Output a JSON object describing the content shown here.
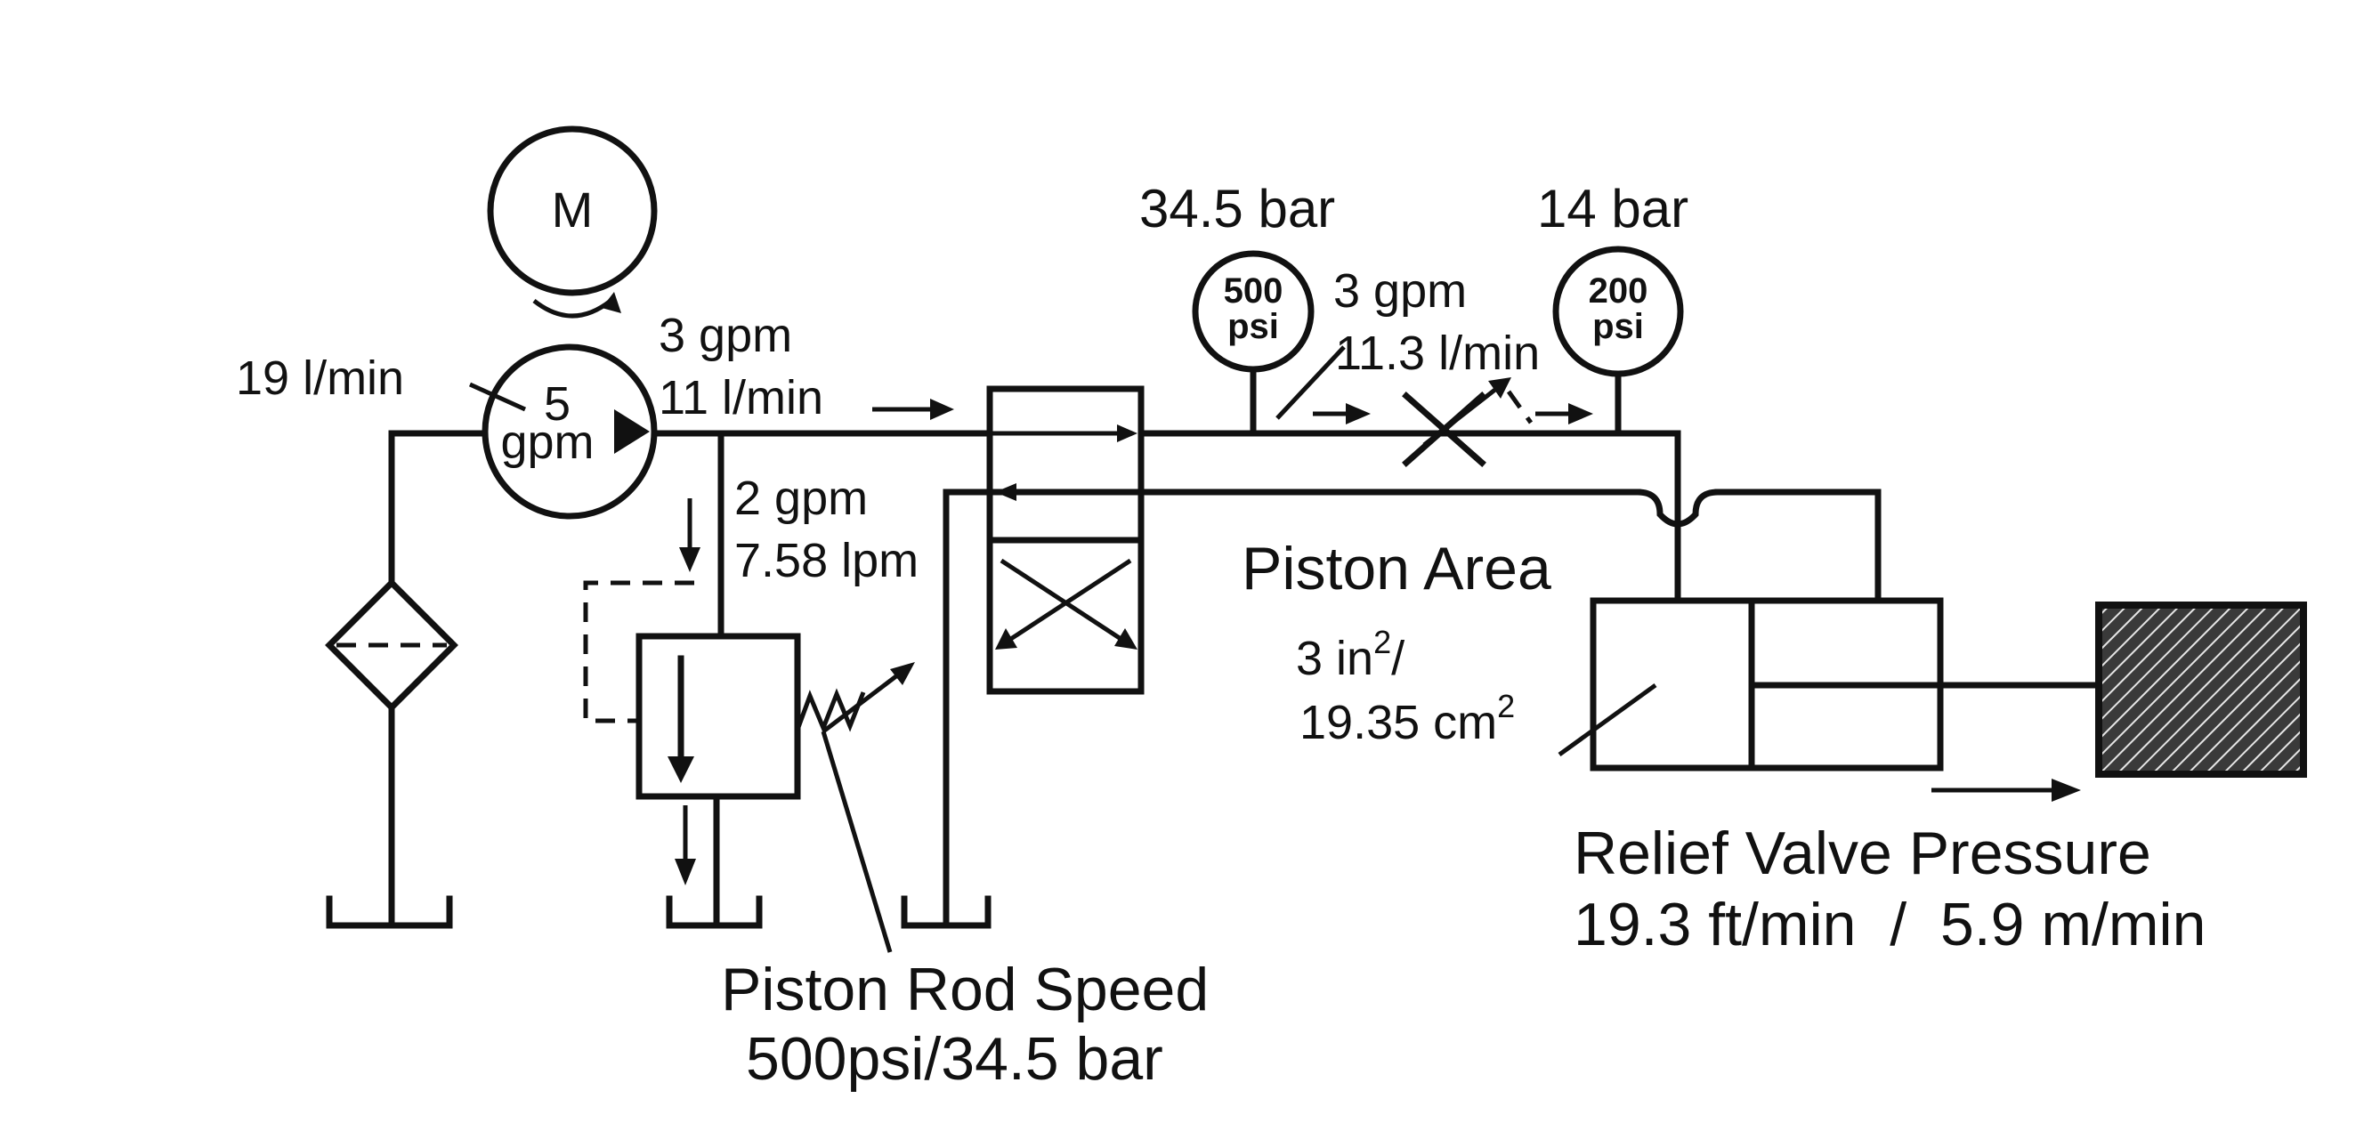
{
  "motor": {
    "symbol": "M"
  },
  "pump": {
    "flow_lpm": "19 l/min",
    "flow_gpm_1": "5",
    "flow_gpm_2": "gpm"
  },
  "supply_line": {
    "flow_gpm": "3 gpm",
    "flow_lpm": "11 l/min"
  },
  "relief_branch": {
    "flow_gpm": "2 gpm",
    "flow_lpm": "7.58 lpm"
  },
  "gauge_left": {
    "reading": "34.5 bar",
    "scale_line1": "500",
    "scale_line2": "psi"
  },
  "gauge_right": {
    "reading": "14 bar",
    "scale_line1": "200",
    "scale_line2": "psi"
  },
  "flow_control": {
    "flow_gpm": "3 gpm",
    "flow_lpm": "11.3 l/min"
  },
  "piston": {
    "area_title": "Piston Area",
    "area_in": "3 in",
    "area_in_sup": "2",
    "area_in_suffix": "/",
    "area_cm": "19.35 cm",
    "area_cm_sup": "2"
  },
  "relief_valve": {
    "title": "Relief Valve Pressure",
    "value": "19.3 ft/min  /  5.9 m/min"
  },
  "rod_speed": {
    "title": "Piston Rod Speed",
    "value": "500psi/34.5 bar"
  },
  "colors": {
    "line": "#111111",
    "background": "#ffffff"
  }
}
